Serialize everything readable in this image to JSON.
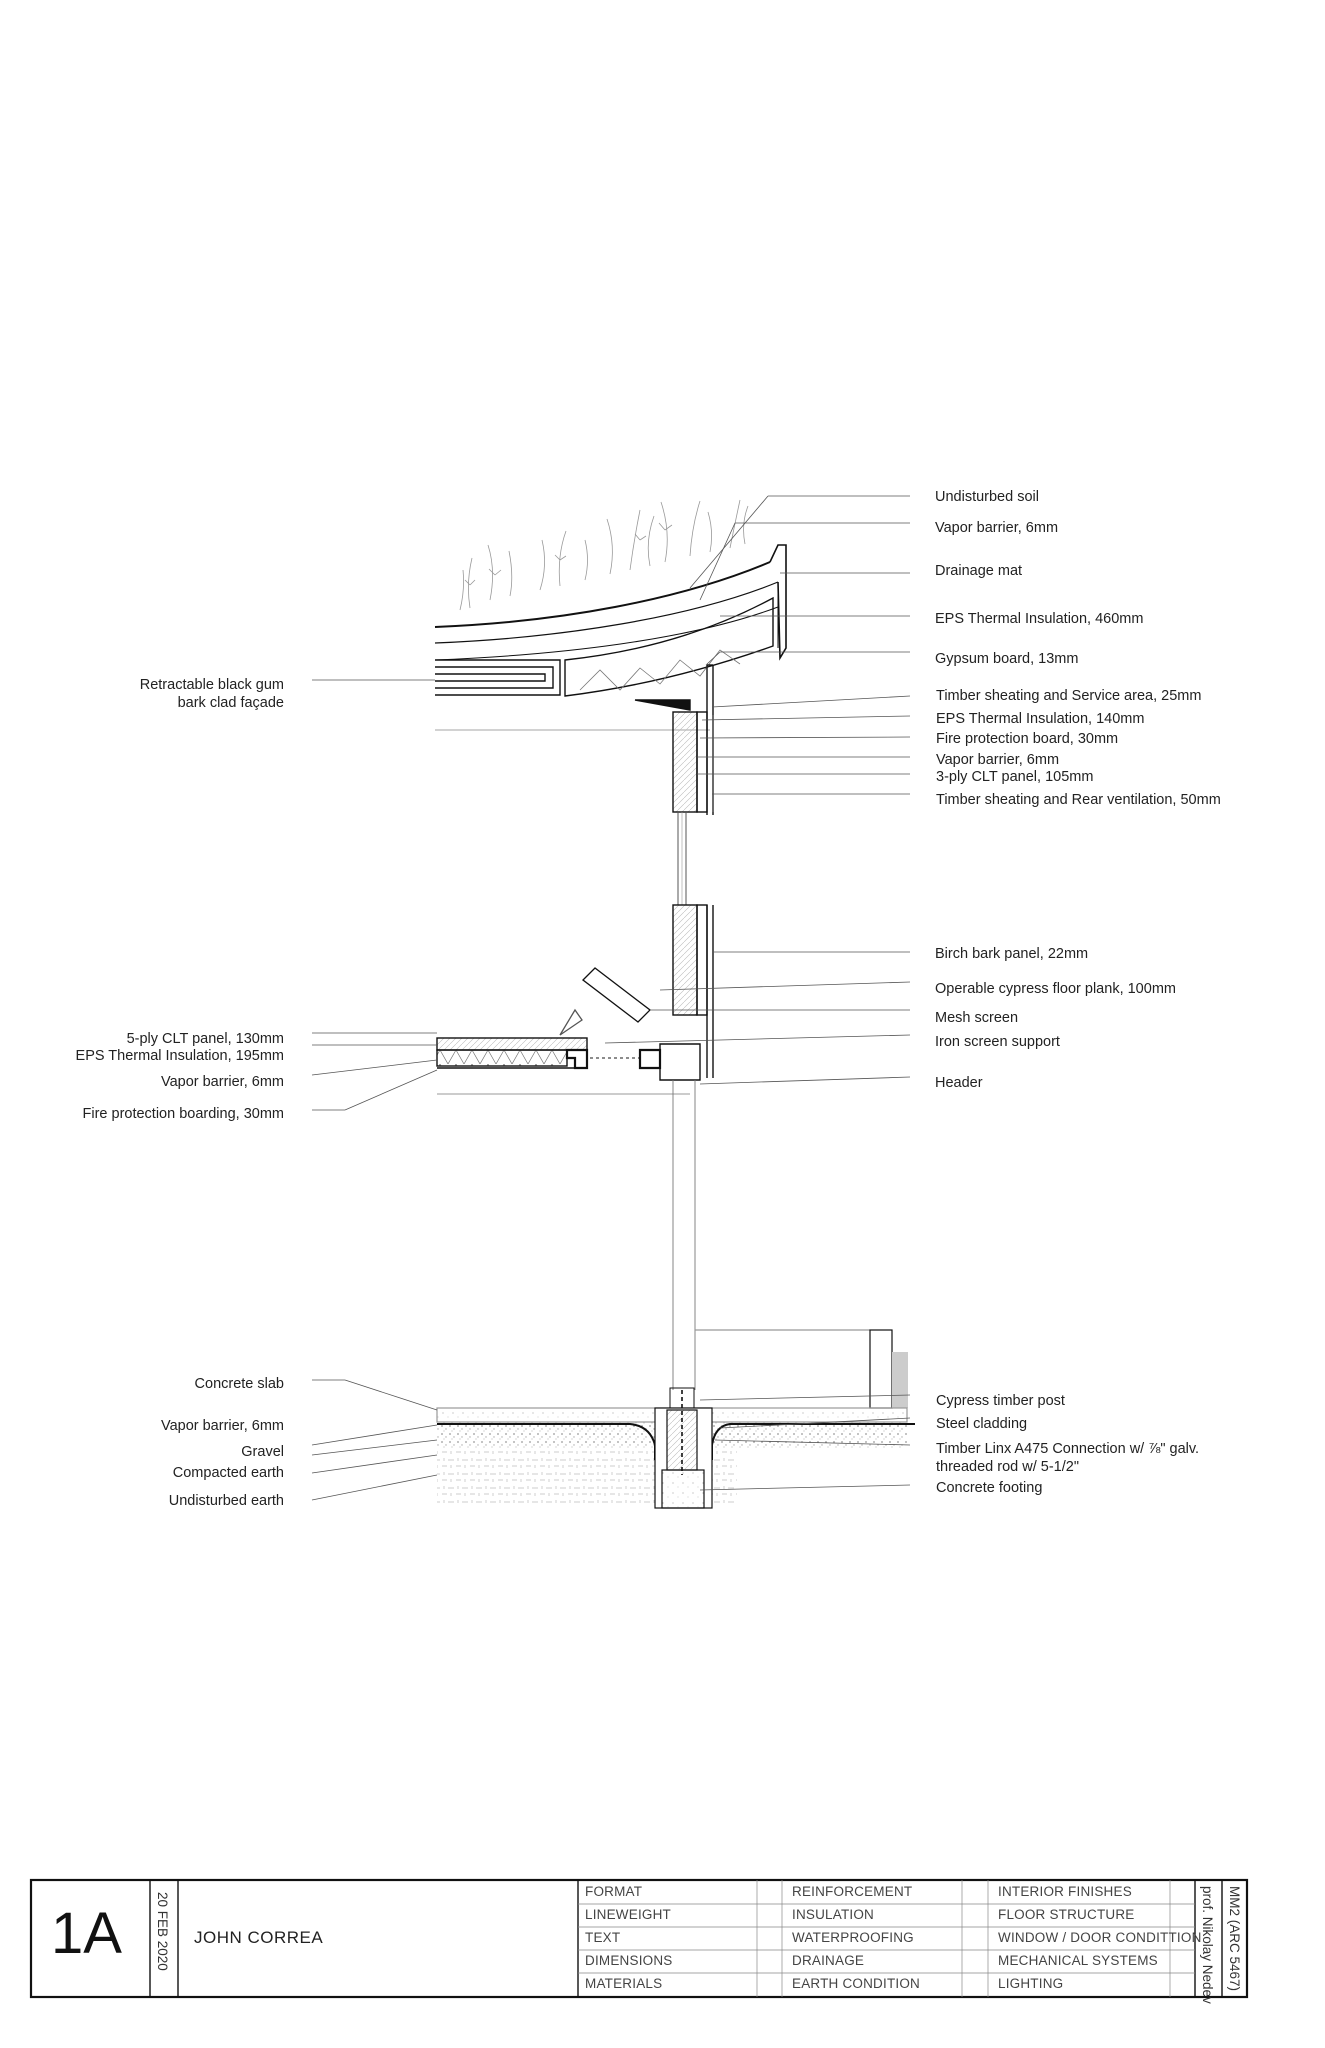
{
  "drawing": {
    "labels_right": [
      "Undisturbed soil",
      "Vapor barrier, 6mm",
      "Drainage mat",
      "EPS Thermal Insulation, 460mm",
      "Gypsum board, 13mm",
      "Timber sheating and Service area, 25mm",
      "EPS Thermal Insulation, 140mm",
      "Fire protection board, 30mm",
      "Vapor barrier, 6mm",
      "3-ply CLT panel, 105mm",
      "Timber sheating and Rear ventilation, 50mm",
      "Birch bark panel, 22mm",
      "Operable cypress floor plank, 100mm",
      "Mesh screen",
      "Iron screen support",
      "Header",
      "Cypress timber post",
      "Steel cladding",
      "Timber Linx A475 Connection w/ ⅞\" galv.",
      "threaded rod w/ 5-1/2\"",
      "Concrete footing"
    ],
    "labels_left": [
      "Retractable black gum",
      "bark clad façade",
      "5-ply CLT panel, 130mm",
      "EPS Thermal Insulation, 195mm",
      "Vapor barrier, 6mm",
      "Fire protection boarding, 30mm",
      "Concrete slab",
      "Vapor barrier, 6mm",
      "Gravel",
      "Compacted earth",
      "Undisturbed earth"
    ]
  },
  "title_block": {
    "sheet_number": "1A",
    "date": "20 FEB 2020",
    "author": "JOHN CORREA",
    "col1": [
      "FORMAT",
      "LINEWEIGHT",
      "TEXT",
      "DIMENSIONS",
      "MATERIALS"
    ],
    "col2": [
      "REINFORCEMENT",
      "INSULATION",
      "WATERPROOFING",
      "DRAINAGE",
      "EARTH CONDITION"
    ],
    "col3": [
      "INTERIOR FINISHES",
      "FLOOR STRUCTURE",
      "WINDOW / DOOR CONDITTION",
      "MECHANICAL SYSTEMS",
      "LIGHTING"
    ],
    "professor": "prof. Nikolay Nedev",
    "course": "MM2 (ARC 5467)"
  }
}
